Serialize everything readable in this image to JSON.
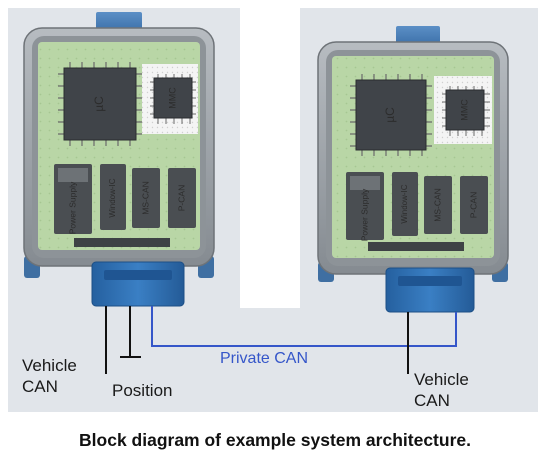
{
  "modules": [
    {
      "id": "left",
      "chips": {
        "uc": "µC",
        "mmc": "MMC",
        "power_supply": "Power Supply",
        "window_ic": "Window-IC",
        "ms_can": "MS-CAN",
        "p_can": "P-CAN"
      }
    },
    {
      "id": "right",
      "chips": {
        "uc": "µC",
        "mmc": "MMC",
        "power_supply": "Power Supply",
        "window_ic": "Window-IC",
        "ms_can": "MS-CAN",
        "p_can": "P-CAN"
      }
    }
  ],
  "labels": {
    "left_vehicle_can_line1": "Vehicle",
    "left_vehicle_can_line2": "CAN",
    "position": "Position",
    "private_can": "Private CAN",
    "right_vehicle_can_line1": "Vehicle",
    "right_vehicle_can_line2": "CAN"
  },
  "caption": "Block diagram of example system architecture.",
  "colors": {
    "background_panel": "#e2e6ea",
    "enclosure": "#9aa0a6",
    "pcb": "#b9d6a6",
    "connector": "#2f6fb5",
    "private_can_line": "#3556c9",
    "private_can_text": "#3556c9"
  }
}
